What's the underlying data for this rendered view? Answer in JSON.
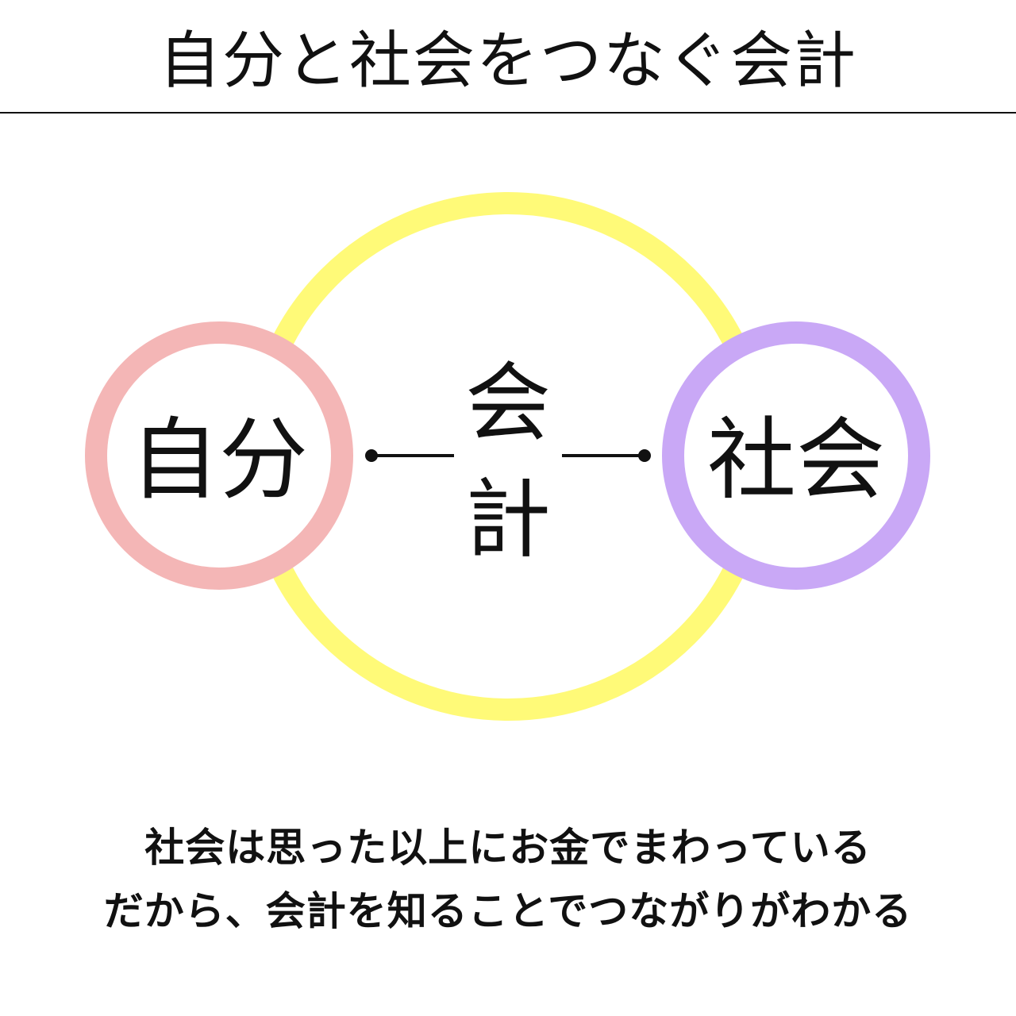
{
  "title": "自分と社会をつなぐ会計",
  "diagram": {
    "center": {
      "label_line1": "会",
      "label_line2": "計",
      "color": "#FFFA78"
    },
    "left_node": {
      "label": "自分",
      "color": "#F4B6B6"
    },
    "right_node": {
      "label": "社会",
      "color": "#C9A8F6"
    },
    "connector_color": "#111111"
  },
  "caption": {
    "line1": "社会は思った以上にお金でまわっている",
    "line2": "だから、会計を知ることでつながりがわかる"
  }
}
